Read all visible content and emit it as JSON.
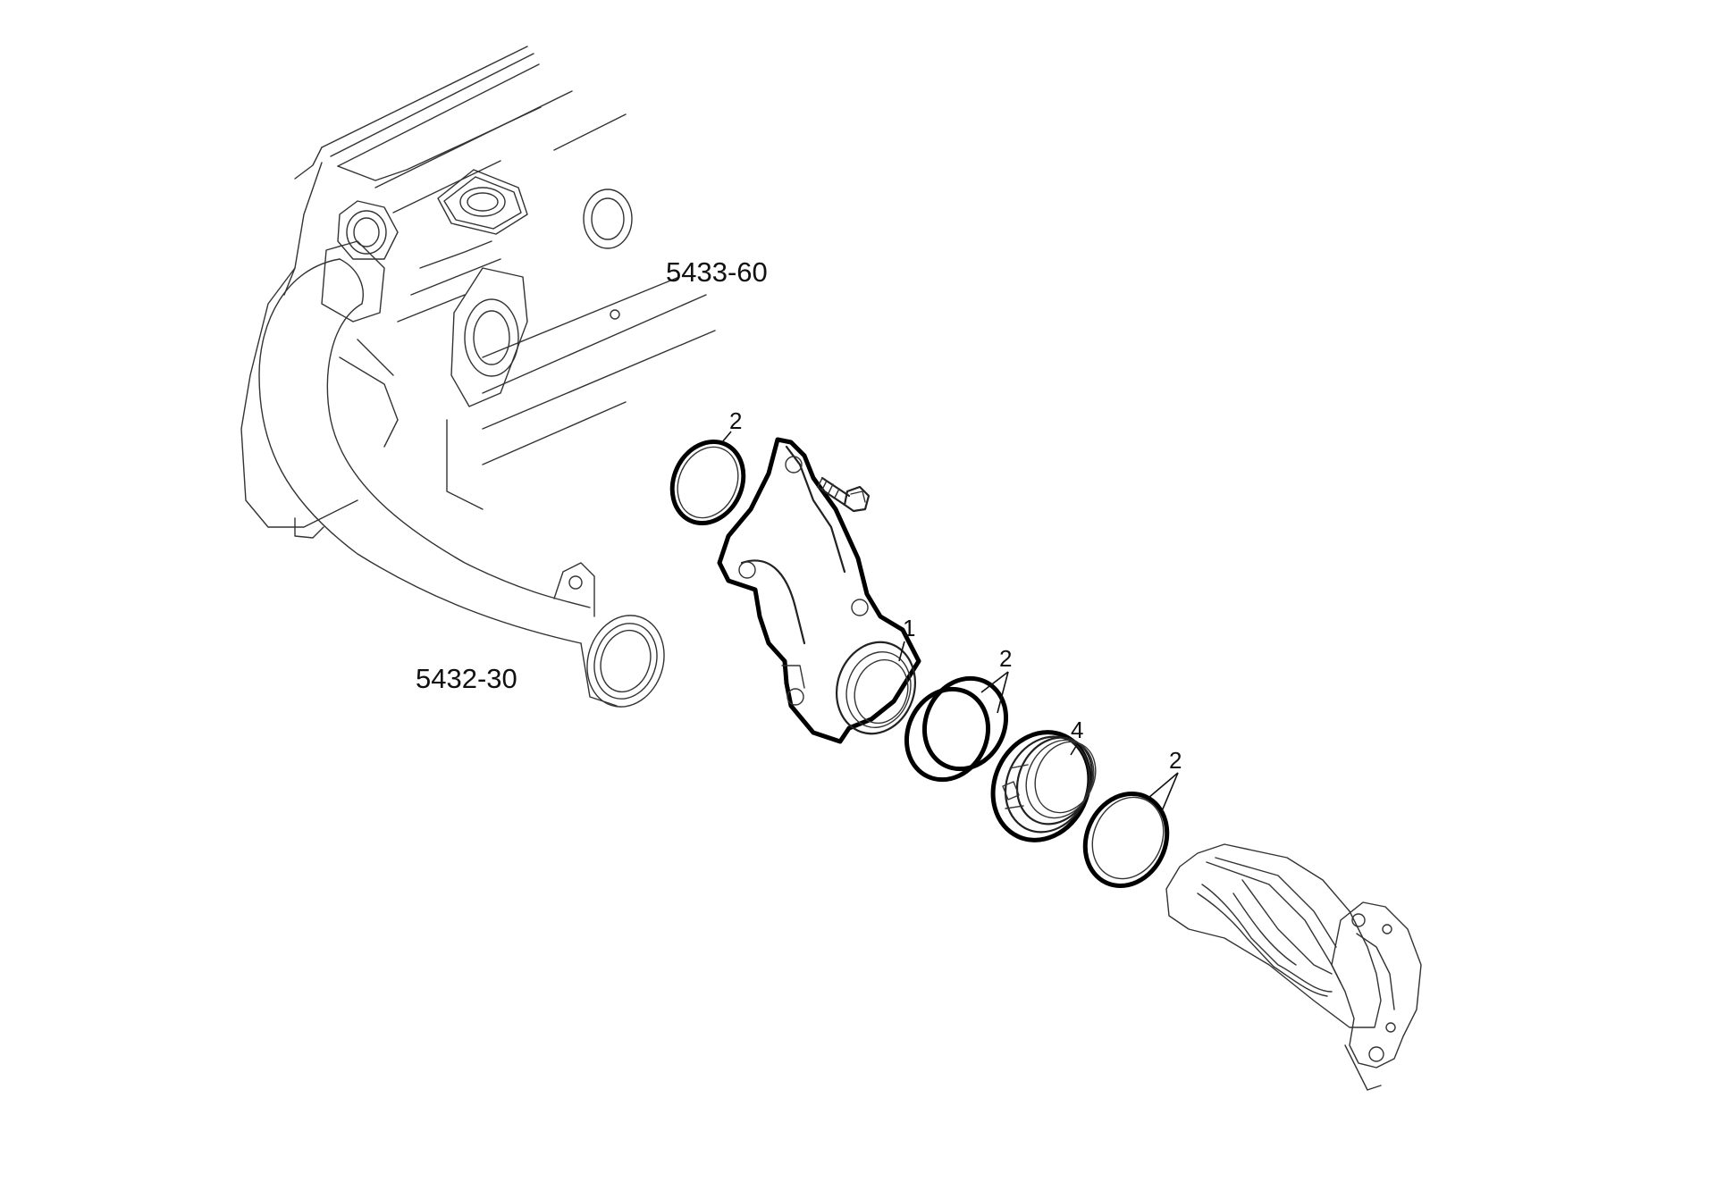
{
  "references": {
    "manifold": "5433-60",
    "pipe": "5432-30"
  },
  "callouts": {
    "ring_top": "2",
    "elbow": "1",
    "ring_mid": "2",
    "nut": "4",
    "ring_low": "2"
  }
}
